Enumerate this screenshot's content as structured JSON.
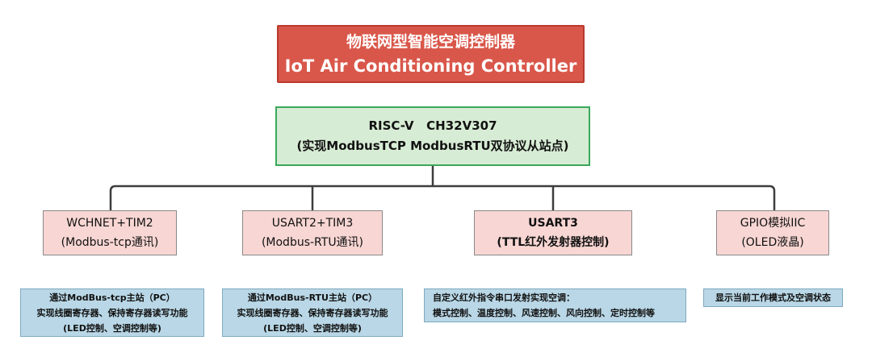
{
  "title": {
    "line1": "物联网型智能空调控制器",
    "line2": "IoT Air Conditioning Controller"
  },
  "core": {
    "line1": "RISC-V   CH32V307",
    "line2": "(实现ModbusTCP ModbusRTU双协议从站点)"
  },
  "modules": [
    {
      "line1": "WCHNET+TIM2",
      "line2": "(Modbus-tcp通讯)",
      "desc": [
        "通过ModBus-tcp主站（PC）",
        "实现线圈寄存器、保持寄存器读写功能",
        "(LED控制、空调控制等)"
      ]
    },
    {
      "line1": "USART2+TIM3",
      "line2": "(Modbus-RTU通讯)",
      "desc": [
        "通过ModBus-RTU主站（PC）",
        "实现线圈寄存器、保持寄存器读写功能",
        "(LED控制、空调控制等)"
      ]
    },
    {
      "line1": "USART3",
      "line2": "(TTL红外发射器控制)",
      "desc": [
        "自定义红外指令串口发射实现空调：",
        "模式控制、温度控制、风速控制、风向控制、定时控制等"
      ]
    },
    {
      "line1": "GPIO模拟IIC",
      "line2": "(OLED液晶)",
      "desc": [
        "显示当前工作模式及空调状态"
      ]
    }
  ]
}
